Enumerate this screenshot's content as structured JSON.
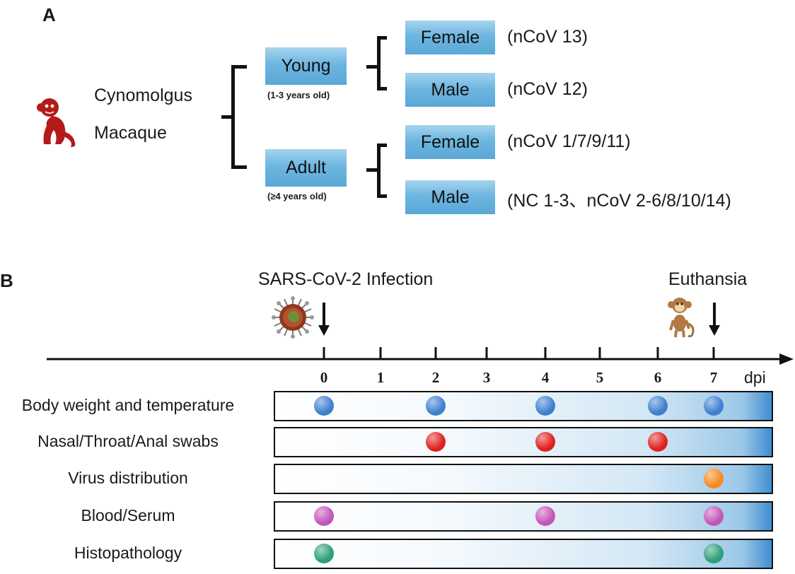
{
  "panel_a": {
    "letter": "A",
    "animal": {
      "line1": "Cynomolgus",
      "line2": "Macaque",
      "icon": "macaque-silhouette-icon",
      "color": "#b31b1b"
    },
    "groups": [
      {
        "label": "Young",
        "age": "(1-3 years old)",
        "subgroups": [
          {
            "label": "Female",
            "ids": "(nCoV 13)"
          },
          {
            "label": "Male",
            "ids": "(nCoV 12)"
          }
        ]
      },
      {
        "label": "Adult",
        "age": "(≥4  years old)",
        "subgroups": [
          {
            "label": "Female",
            "ids": "(nCoV 1/7/9/11)"
          },
          {
            "label": "Male",
            "ids": "(NC 1-3、nCoV 2-6/8/10/14)"
          }
        ]
      }
    ]
  },
  "panel_b": {
    "letter": "B",
    "infection_label": "SARS-CoV-2 Infection",
    "infection_icon": "virus-icon",
    "euthanasia_label": "Euthansia",
    "euthanasia_icon": "monkey-icon",
    "axis_unit": "dpi",
    "ticks": [
      "0",
      "1",
      "2",
      "3",
      "4",
      "5",
      "6",
      "7"
    ],
    "rows": [
      {
        "label": "Body weight and temperature",
        "days": [
          0,
          2,
          4,
          6,
          7
        ],
        "color": "#3f7fd0"
      },
      {
        "label": "Nasal/Throat/Anal swabs",
        "days": [
          2,
          4,
          6
        ],
        "color": "#e0201c"
      },
      {
        "label": "Virus distribution",
        "days": [
          7
        ],
        "color": "#f58a1f"
      },
      {
        "label": "Blood/Serum",
        "days": [
          0,
          4,
          7
        ],
        "color": "#c255b8"
      },
      {
        "label": "Histopathology",
        "days": [
          0,
          7
        ],
        "color": "#2e9e7a"
      }
    ]
  }
}
